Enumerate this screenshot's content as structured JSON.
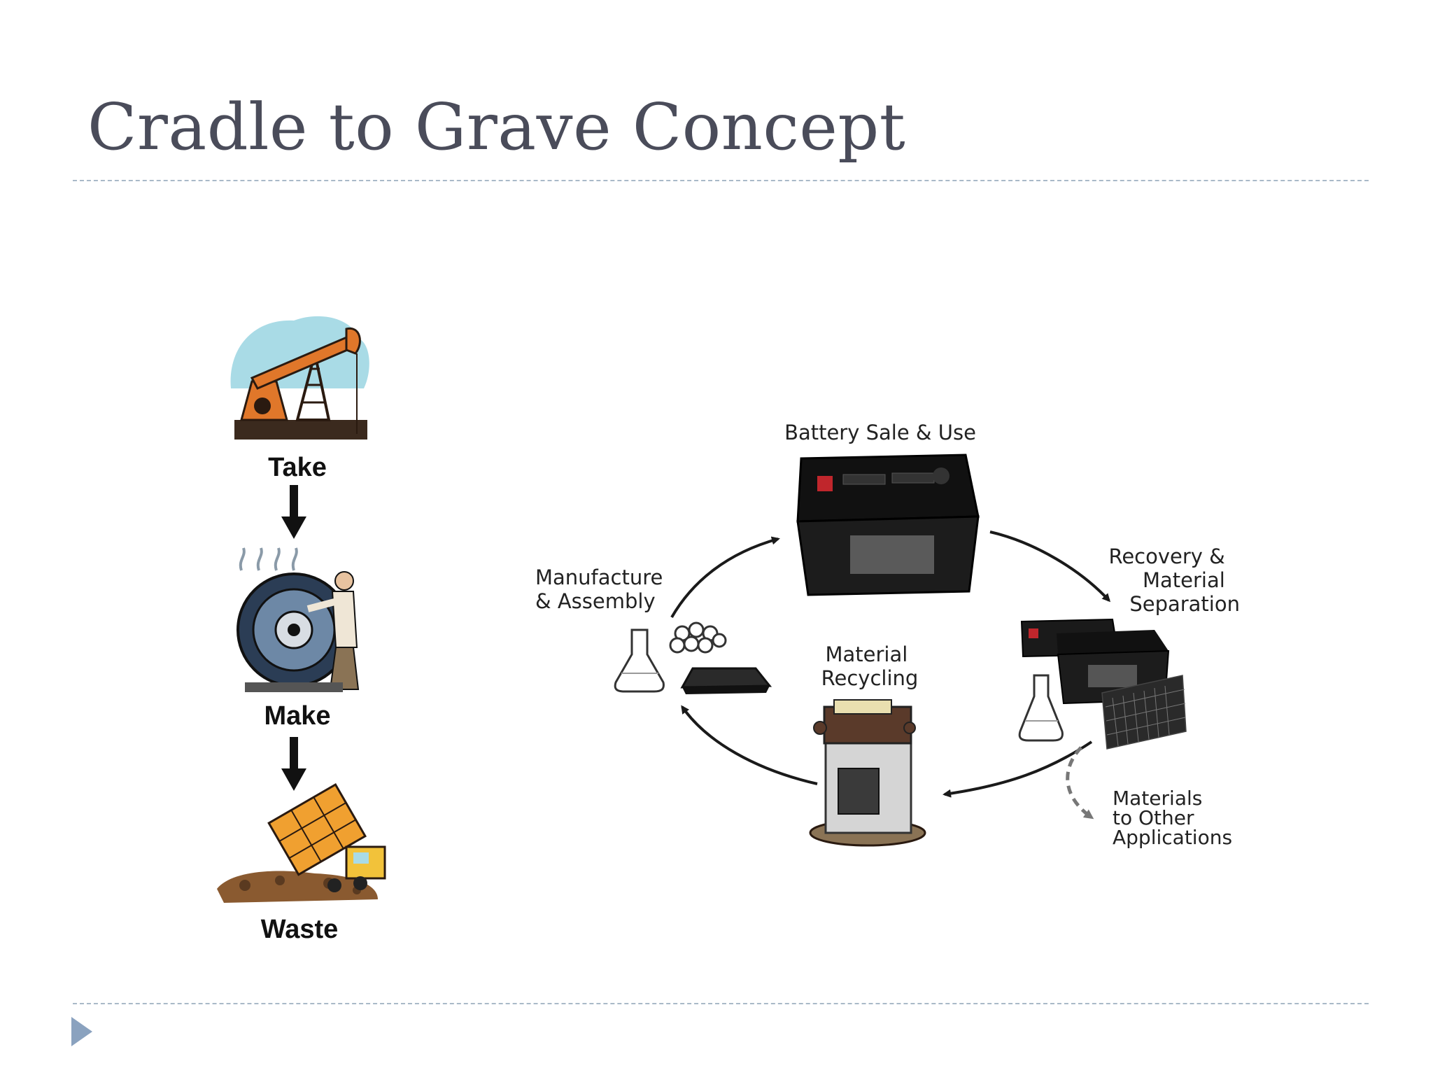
{
  "slide": {
    "title": "Cradle to Grave Concept"
  },
  "linear_flow": {
    "steps": [
      {
        "label": "Take",
        "icon": "oil-pump-icon"
      },
      {
        "label": "Make",
        "icon": "factory-worker-icon"
      },
      {
        "label": "Waste",
        "icon": "dump-truck-icon"
      }
    ]
  },
  "cycle": {
    "stage_sale": "Battery Sale & Use",
    "stage_recovery": [
      "Recovery &",
      "Material",
      "Separation"
    ],
    "stage_recycling": [
      "Material",
      "Recycling"
    ],
    "stage_manufacture": [
      "Manufacture",
      "& Assembly"
    ],
    "side_output": [
      "Materials",
      "to Other",
      "Applications"
    ]
  },
  "colors": {
    "title": "#4a4c5a",
    "rule": "#a9b9c8",
    "nav_arrow": "#8aa2bf",
    "pump_orange": "#e0772a",
    "sky": "#a9dbe6"
  }
}
